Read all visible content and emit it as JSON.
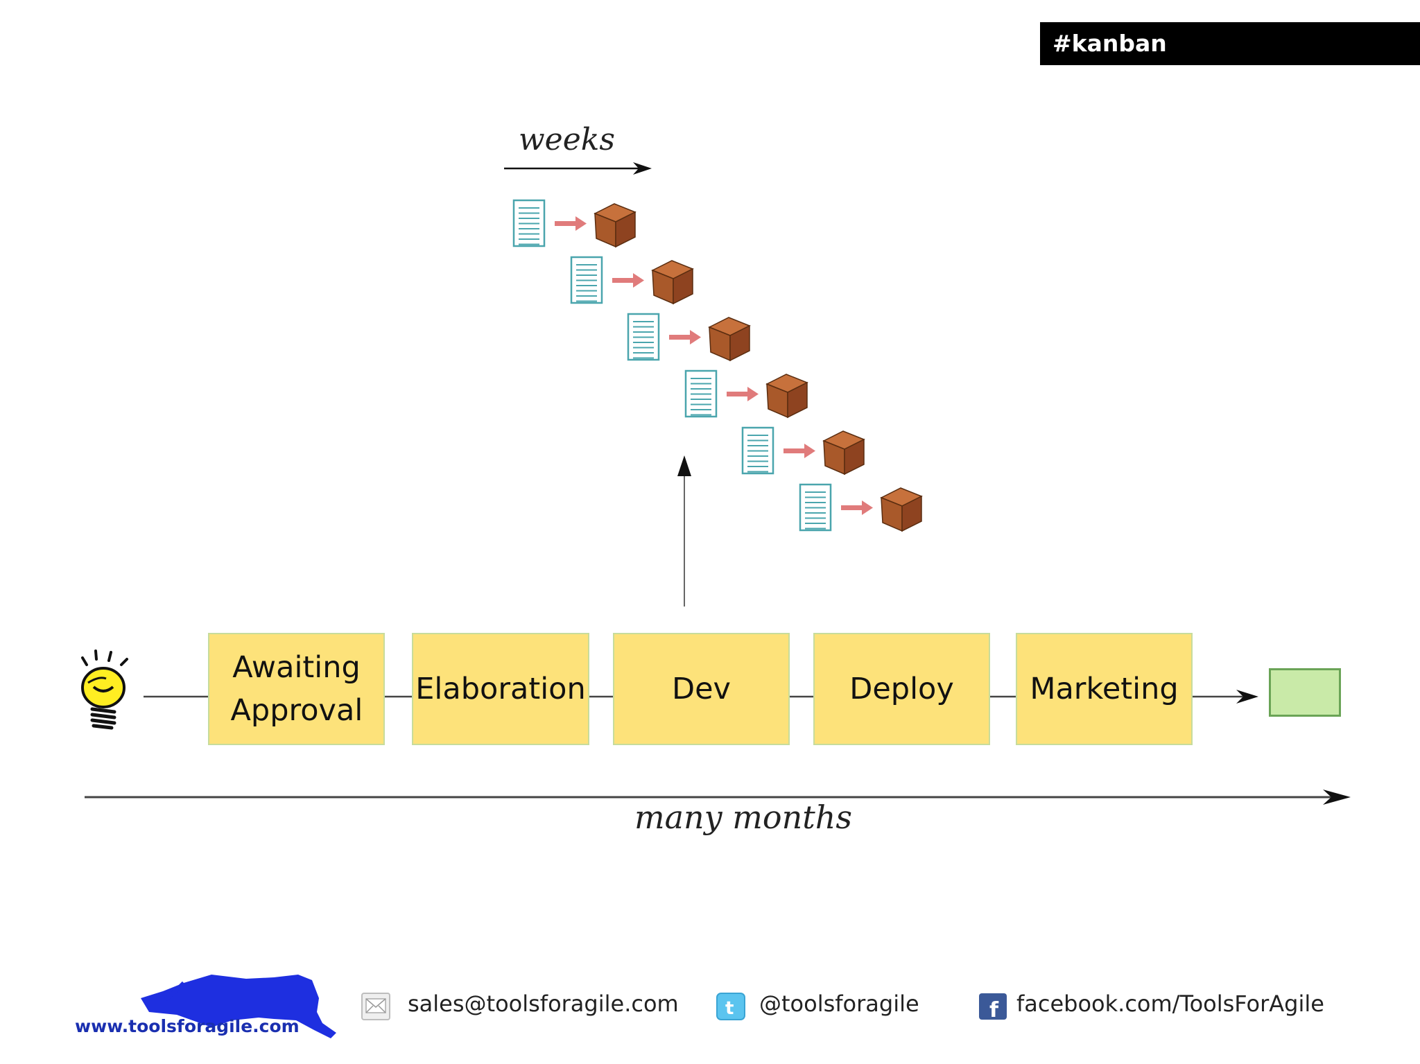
{
  "header": {
    "hashtag": "#kanban"
  },
  "diagram": {
    "top_label": "weeks",
    "bottom_label": "many months",
    "stages": [
      "Awaiting Approval",
      "Elaboration",
      "Dev",
      "Deploy",
      "Marketing"
    ],
    "iteration_count": 6,
    "colors": {
      "stage_fill": "#fde27a",
      "stage_border": "#c7dc9c",
      "result_fill": "#c9eaa8",
      "cube": "#a9592a",
      "document_border": "#4aa5ad",
      "mini_arrow": "#e07b7b"
    },
    "icons": {
      "start": "lightbulb-icon",
      "doc": "document-icon",
      "cube": "cube-icon"
    }
  },
  "footer": {
    "website": "www.toolsforagile.com",
    "email": "sales@toolsforagile.com",
    "twitter": "@toolsforagile",
    "facebook": "facebook.com/ToolsForAgile",
    "icons": [
      "panther-logo-icon",
      "mail-icon",
      "twitter-icon",
      "facebook-icon"
    ]
  }
}
